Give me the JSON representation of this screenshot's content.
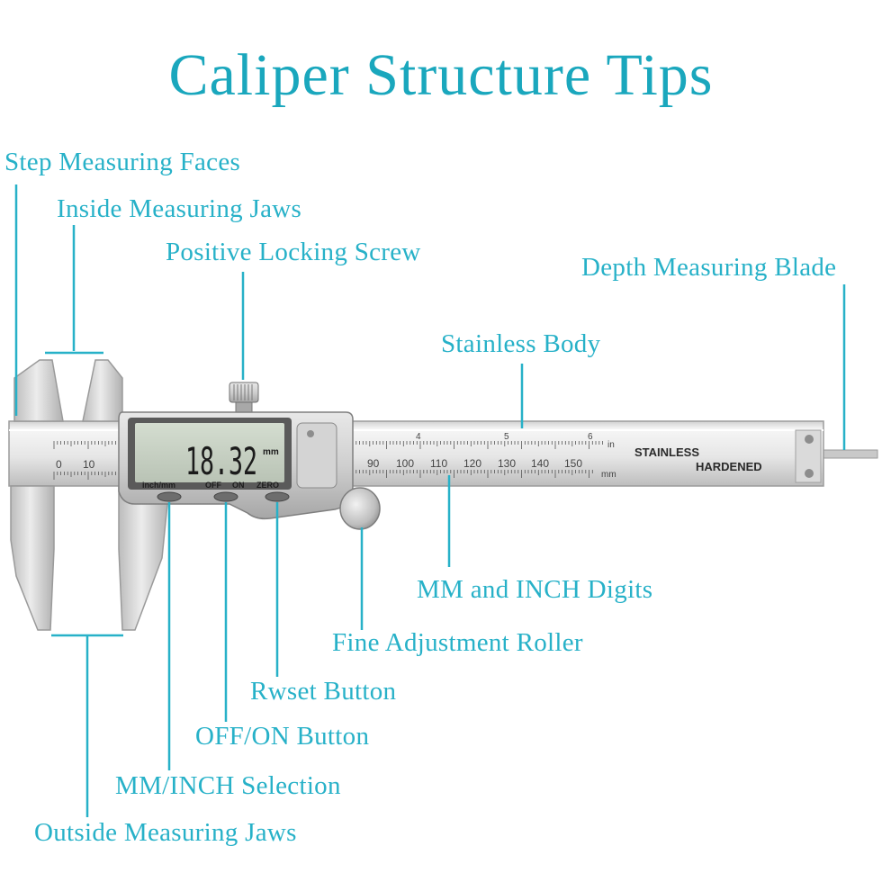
{
  "title": "Caliper Structure Tips",
  "colors": {
    "accent": "#27b1c8",
    "title": "#1aa7bd",
    "steel_light": "#e4e4e4",
    "steel_mid": "#c4c4c4",
    "steel_dark": "#8f8f8f",
    "lcd": "#c9d2c5"
  },
  "labels": {
    "step_faces": "Step Measuring Faces",
    "inside_jaws": "Inside Measuring Jaws",
    "locking_screw": "Positive Locking Screw",
    "depth_blade": "Depth Measuring Blade",
    "stainless_body": "Stainless Body",
    "digits": "MM and INCH Digits",
    "roller": "Fine Adjustment Roller",
    "reset_button": "Rwset Button",
    "onoff_button": "OFF/ON Button",
    "mm_inch": "MM/INCH Selection",
    "outside_jaws": "Outside Measuring Jaws"
  },
  "caliper": {
    "reading": "18.32",
    "unit": "mm",
    "btn_mode": "inch/mm",
    "btn_off": "OFF",
    "btn_on": "ON",
    "btn_zero": "ZERO",
    "engrave_top": "STAINLESS",
    "engrave_bottom": "HARDENED",
    "scale_in": "in",
    "scale_mm": "mm",
    "mm_ticks": [
      "0",
      "10",
      "90",
      "100",
      "110",
      "120",
      "130",
      "140",
      "150"
    ],
    "inch_ticks": [
      "4",
      "5",
      "6"
    ]
  }
}
